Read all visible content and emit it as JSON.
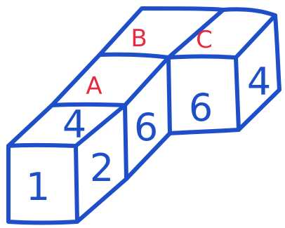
{
  "colors": {
    "edges": "#1f4fc8",
    "numbers": "#1f4fc8",
    "letters": "#e8293f",
    "background": "#ffffff"
  },
  "faces": {
    "front_left_cube_front": "1",
    "front_left_cube_right_side": "2",
    "front_left_cube_top": "4",
    "middle_cube_left_side": "6",
    "right_cube_front": "6",
    "right_cube_right_side": "4",
    "top_letter_a": "A",
    "top_letter_b": "B",
    "top_letter_c": "C"
  }
}
